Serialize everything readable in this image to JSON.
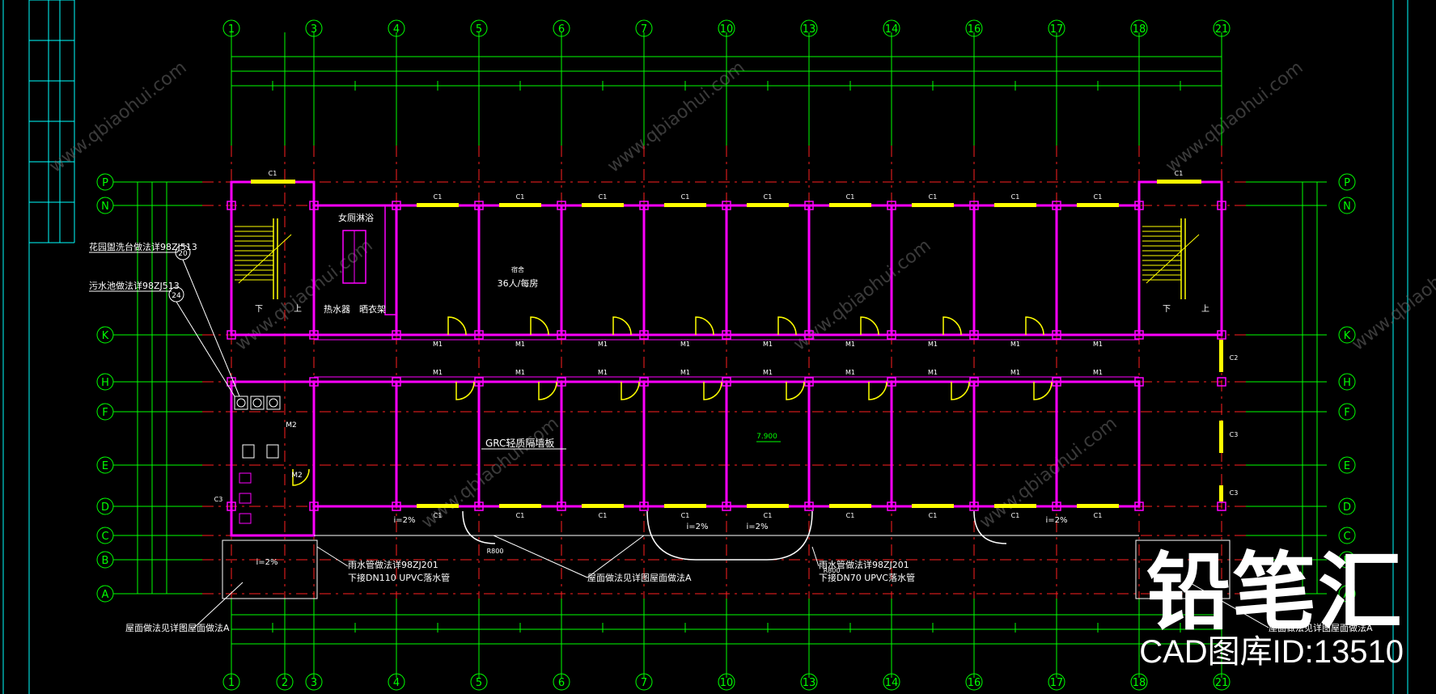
{
  "colors": {
    "background": "#000000",
    "axis": "#00ff00",
    "grid_red": "#ff2020",
    "wall": "#ff00ff",
    "frame": "#00ffff",
    "window": "#ffff00",
    "text": "#ffffff",
    "watermark": "#6a6a6a"
  },
  "axes": {
    "top_numbers": [
      "1",
      "3",
      "4",
      "5",
      "6",
      "7",
      "10",
      "13",
      "14",
      "16",
      "17",
      "18",
      "21"
    ],
    "bottom_numbers": [
      "1",
      "2",
      "3",
      "4",
      "5",
      "6",
      "7",
      "10",
      "13",
      "14",
      "16",
      "17",
      "18",
      "21"
    ],
    "side_letters": [
      "P",
      "N",
      "K",
      "H",
      "F",
      "E",
      "D",
      "C",
      "B",
      "A"
    ]
  },
  "labels": {
    "women_shower": "女厕淋浴",
    "water_heater": "热水器",
    "mop_rack": "晒衣架",
    "dorm": "36人/每房",
    "dorm_small": "宿舍",
    "grc": "GRC轻质隔墙板",
    "elevation": "7.900",
    "pipe_left_1": "雨水管做法详98ZJ201",
    "pipe_left_2": "下接DN110 UPVC落水管",
    "pipe_right_1": "雨水管做法详98ZJ201",
    "pipe_right_2": "下接DN70 UPVC落水管",
    "roof_note_center": "屋面做法见详图屋面做法A",
    "roof_note_left": "屋面做法见详图屋面做法A",
    "roof_note_right": "屋面做法见详图屋面做法A",
    "note_left_1": "花园盥洗台做法详98ZJ513",
    "note_left_2": "污水池做法详98ZJ513",
    "slope": "i=2%",
    "r_label": "R800",
    "c1": "C1",
    "m1": "M1",
    "m2": "M2",
    "c3": "C3",
    "c2": "C2",
    "circle_20": "20",
    "circle_24": "24",
    "down": "下",
    "up": "上",
    "watermark": "www.qbiaohui.com"
  },
  "brand": {
    "title": "铅笔汇",
    "subtitle": "CAD图库ID:13510"
  }
}
